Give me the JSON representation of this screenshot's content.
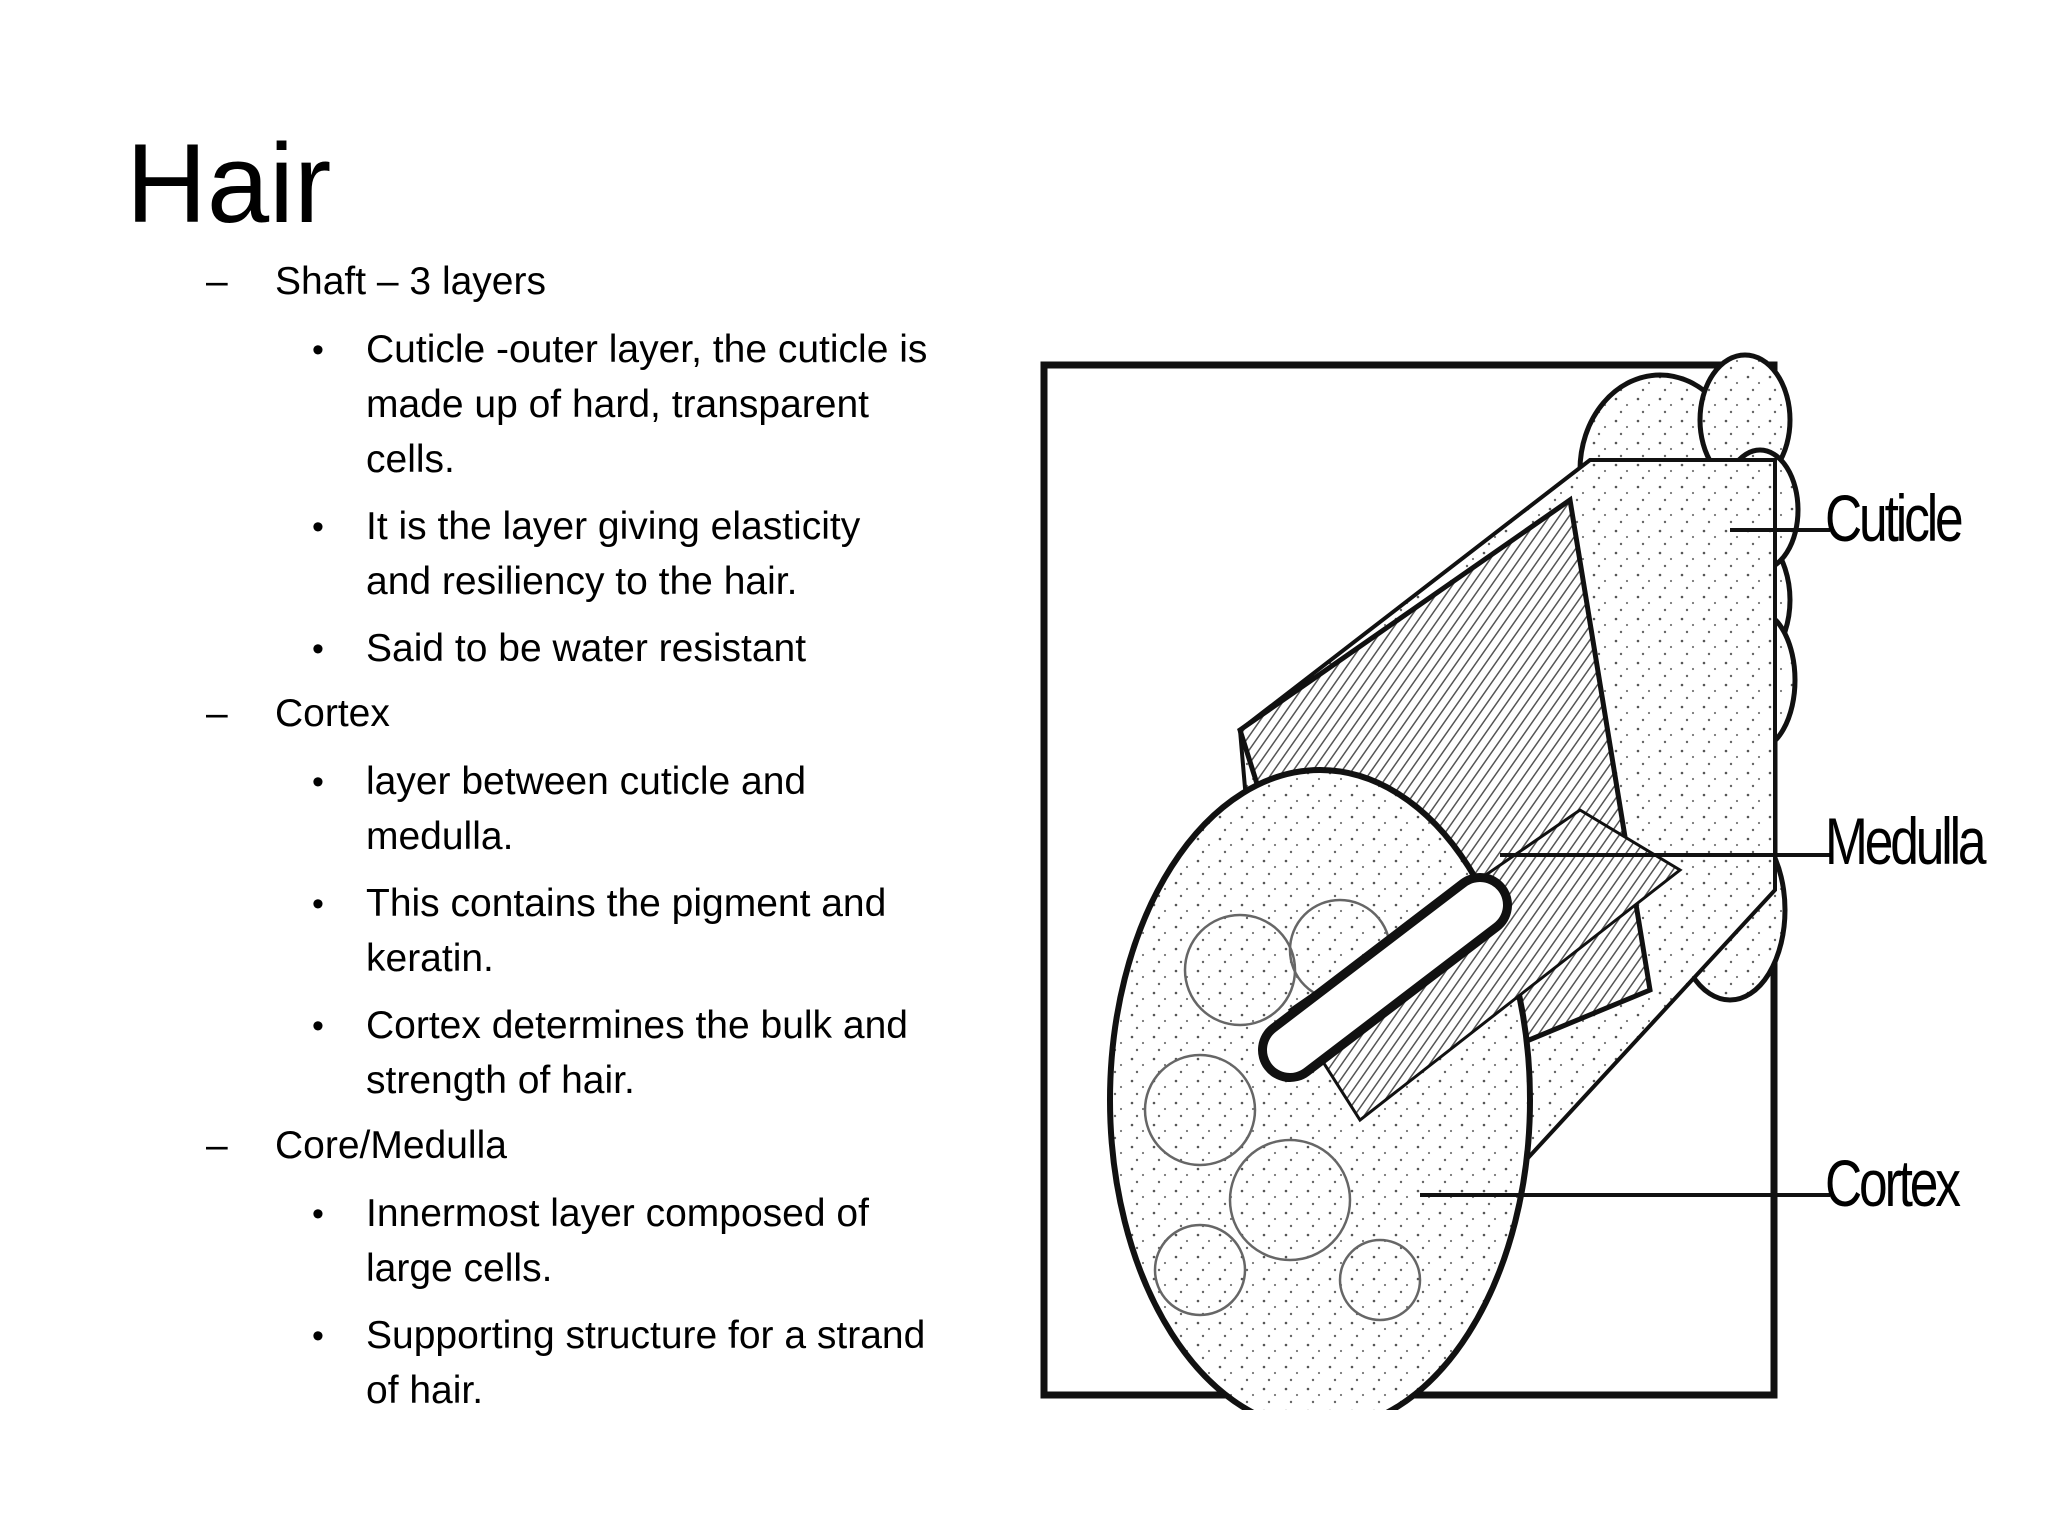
{
  "slide": {
    "title": "Hair",
    "outline": [
      {
        "heading": "Shaft – 3 layers",
        "bullets": [
          [
            "Cuticle -outer layer, the cuticle is",
            "made up of hard, transparent",
            "cells."
          ],
          [
            "It is the layer giving elasticity",
            "and resiliency to the hair."
          ],
          [
            "Said to be water resistant"
          ]
        ]
      },
      {
        "heading": "Cortex",
        "bullets": [
          [
            "layer between cuticle and",
            "medulla."
          ],
          [
            "This contains the pigment and",
            "keratin."
          ],
          [
            "Cortex determines the bulk and",
            "strength of hair."
          ]
        ]
      },
      {
        "heading": "Core/Medulla",
        "bullets": [
          [
            "Innermost layer composed of",
            "large cells."
          ],
          [
            "Supporting structure for a strand",
            "of hair."
          ]
        ]
      }
    ],
    "dash_symbol": "–",
    "bullet_symbol": "•"
  },
  "diagram": {
    "labels": {
      "cuticle": "Cuticle",
      "medulla": "Medulla",
      "cortex": "Cortex"
    }
  }
}
